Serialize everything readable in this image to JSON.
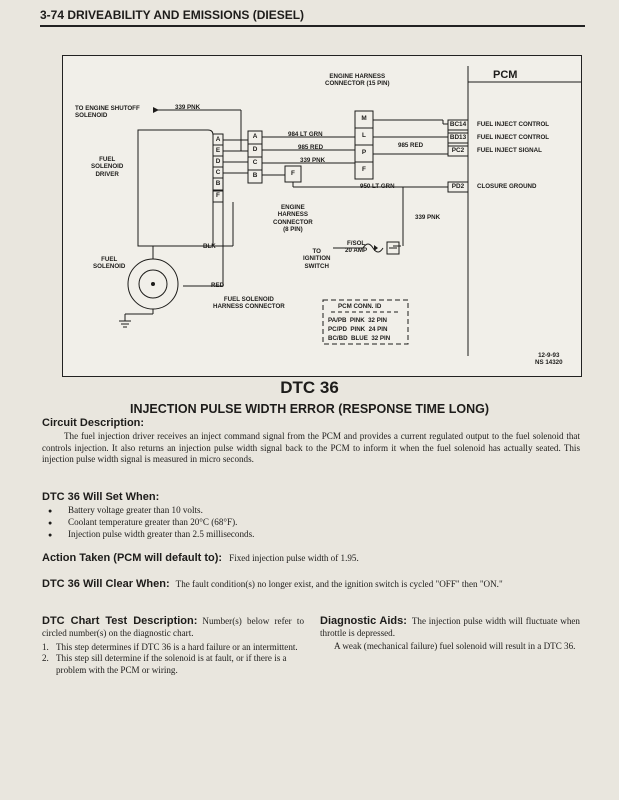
{
  "header": {
    "title": "3-74  DRIVEABILITY AND EMISSIONS (DIESEL)"
  },
  "diagram": {
    "pcm_title": "PCM",
    "harness_15_label": "ENGINE HARNESS\nCONNECTOR (15 PIN)",
    "shutoff_label": "TO ENGINE SHUTOFF\nSOLENOID",
    "wire_339_pnk_top": "339 PNK",
    "wire_984": "984 LT GRN",
    "wire_985_a": "985 RED",
    "wire_339_pnk_b": "339 PNK",
    "wire_985_b": "985 RED",
    "wire_950": "950 LT GRN",
    "wire_339_pnk_c": "339 PNK",
    "wire_blk": "BLK",
    "wire_red": "RED",
    "driver_label": "FUEL\nSOLENOID\nDRIVER",
    "solenoid_label": "FUEL\nSOLENOID",
    "harness_8_label": "ENGINE\nHARNESS\nCONNECTOR\n(8 PIN)",
    "ignition_label": "TO\nIGNITION\nSWITCH",
    "fuse_label": "F/SOL\n20 AMP",
    "solenoid_harness_label": "FUEL SOLENOID\nHARNESS CONNECTOR",
    "pcm_pins": [
      "BC14",
      "BD13",
      "PC2",
      "PD2"
    ],
    "pcm_signals": [
      "FUEL INJECT CONTROL",
      "FUEL INJECT CONTROL",
      "FUEL INJECT SIGNAL",
      "CLOSURE GROUND"
    ],
    "driver_pins": [
      "A",
      "E",
      "D",
      "C",
      "B",
      "F"
    ],
    "solenoid_conn_pins": [
      "A",
      "D",
      "C",
      "B"
    ],
    "harness15_pins": [
      "M",
      "L",
      "P",
      "F"
    ],
    "harness8_pin": "F",
    "pcm_conn_id": {
      "title": "PCM CONN. ID",
      "rows": [
        "PA/PB  PINK  32 PIN",
        "PC/PD  PINK  24 PIN",
        "BC/BD  BLUE  32 PIN"
      ]
    },
    "date_code": "12-9-93\nNS 14320"
  },
  "dtc": {
    "title": "DTC 36",
    "subtitle": "INJECTION PULSE WIDTH ERROR (RESPONSE TIME LONG)"
  },
  "circuit": {
    "heading": "Circuit Description:",
    "text": "The fuel injection driver receives an inject command signal from the PCM and provides a current regulated output to the fuel solenoid that controls injection. It also returns an injection pulse width signal back to the PCM to inform it when the fuel solenoid has actually seated. This injection pulse width signal is measured in micro seconds."
  },
  "set_when": {
    "heading": "DTC 36 Will Set When:",
    "items": [
      "Battery voltage greater than 10 volts.",
      "Coolant temperature greater than 20°C (68°F).",
      "Injection pulse width greater than 2.5 milliseconds."
    ]
  },
  "action": {
    "heading": "Action Taken (PCM will default to):",
    "text": "Fixed injection pulse width of 1.95."
  },
  "clear_when": {
    "heading": "DTC 36 Will Clear When:",
    "text": "The fault condition(s) no longer exist, and the ignition switch is cycled \"OFF\" then \"ON.\""
  },
  "chart_test": {
    "heading": "DTC Chart Test Description:",
    "intro": "Number(s) below refer to circled number(s) on the diagnostic chart.",
    "steps": [
      {
        "n": "1.",
        "text": "This step determines if DTC 36 is a hard failure or an intermittent."
      },
      {
        "n": "2.",
        "text": "This step sill determine if the solenoid is at fault, or if there is a problem with the PCM or wiring."
      }
    ]
  },
  "aids": {
    "heading": "Diagnostic Aids:",
    "text1": "The injection pulse width will fluctuate when throttle is depressed.",
    "text2": "A weak (mechanical failure) fuel solenoid will result in a DTC 36."
  }
}
